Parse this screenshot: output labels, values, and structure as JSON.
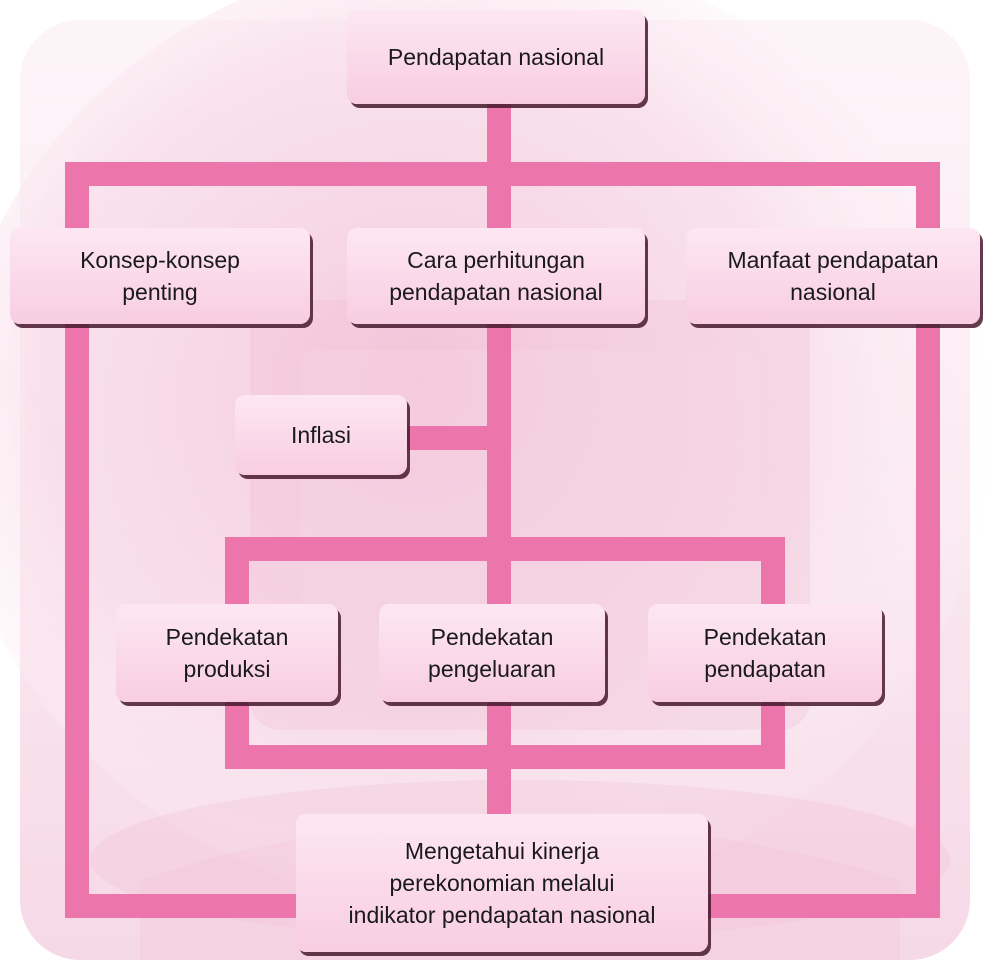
{
  "diagram": {
    "root": "Pendapatan nasional",
    "topics": [
      "Konsep-konsep\npenting",
      "Cara perhitungan\npendapatan nasional",
      "Manfaat pendapatan\nnasional"
    ],
    "side": "Inflasi",
    "approaches": [
      "Pendekatan\nproduksi",
      "Pendekatan\npengeluaran",
      "Pendekatan\npendapatan"
    ],
    "goal": "Mengetahui kinerja\nperekonomian melalui\nindikator pendapatan nasional"
  },
  "colors": {
    "connector": "#ec75ab",
    "box_top": "#fde7f2",
    "box_bottom": "#f8cde2",
    "shadow": "#46192d",
    "background_tint": "#f6d3e3"
  }
}
